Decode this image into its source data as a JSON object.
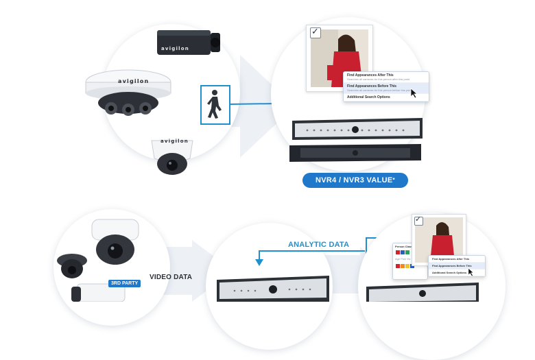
{
  "brand": {
    "name": "avigilon"
  },
  "colors": {
    "accent": "#1f78c9",
    "arrow": "#e9eef4",
    "analytic": "#1f8fd0"
  },
  "top": {
    "badge": "NVR4 / NVR3 VALUE",
    "badge_mark": "*",
    "popup": {
      "items": [
        {
          "title": "Find Appearances After This",
          "sub": "Searches all cameras for this person after this point"
        },
        {
          "title": "Find Appearances Before This",
          "sub": "Searches all cameras for this person before this point"
        },
        {
          "title": "Additional Search Options",
          "sub": ""
        }
      ]
    },
    "icons": [
      "person-walking-icon",
      "checkmark-icon",
      "cursor-icon"
    ]
  },
  "bottom": {
    "video_label": "VIDEO DATA",
    "analytic_label": "ANALYTIC DATA",
    "third_party_tag": "3RD PARTY",
    "panel": {
      "title": "Person Class Details",
      "rows": [
        "Age Pick Vis"
      ]
    },
    "popup": {
      "items": [
        {
          "title": "Find Appearances After This",
          "sub": ""
        },
        {
          "title": "Find Appearances Before This",
          "sub": ""
        },
        {
          "title": "Additional Search Options",
          "sub": ""
        }
      ]
    }
  }
}
